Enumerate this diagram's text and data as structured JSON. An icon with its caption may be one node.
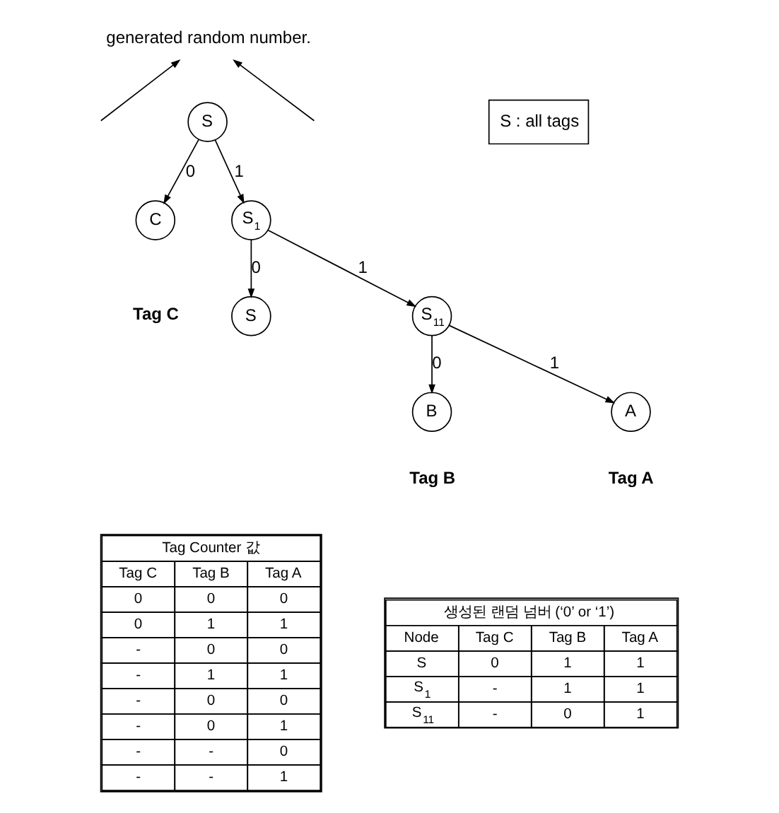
{
  "diagram": {
    "nodes": [
      {
        "text": [
          "generated random number."
        ]
      },
      {
        "text": [
          "S"
        ]
      },
      {
        "text": [
          "C"
        ],
        "beside": [
          "Tag C"
        ]
      },
      {
        "text": [
          "S$_{1}$"
        ]
      },
      {
        "text": [
          "S"
        ]
      },
      {
        "text": [
          "S$_{11}$"
        ]
      },
      {
        "text": [
          "B"
        ],
        "beside": [
          "Tag B"
        ]
      },
      {
        "text": [
          "A"
        ],
        "beside": [
          "Tag A"
        ]
      },
      {
        "text": [
          "S : all tags"
        ]
      }
    ],
    "edges": [
      {
        "from": null,
        "to": 0,
        "arrow": "to"
      },
      {
        "from": null,
        "to": 0,
        "arrow": "to"
      },
      {
        "from": 1,
        "to": 2,
        "arrow": "to",
        "label": "0"
      },
      {
        "from": 1,
        "to": 3,
        "arrow": "to",
        "label": "1"
      },
      {
        "from": 3,
        "to": 4,
        "arrow": "to",
        "label": "0"
      },
      {
        "from": 3,
        "to": 5,
        "arrow": "to",
        "label": "1"
      },
      {
        "from": 5,
        "to": 6,
        "arrow": "to",
        "label": "0"
      },
      {
        "from": 5,
        "to": 7,
        "arrow": "to",
        "label": "1"
      }
    ],
    "labels": [
      "Tag Counter 값",
      "Tag C",
      "Tag B",
      "Tag A",
      "0",
      "0",
      "0",
      "0",
      "1",
      "1",
      "-",
      "0",
      "0",
      "-",
      "1",
      "1",
      "-",
      "0",
      "0",
      "-",
      "0",
      "1",
      "-",
      "-",
      "0",
      "-",
      "-",
      "1",
      "생성된 랜덤 넘버 (‘0’ or ‘1’)",
      "Node",
      "Tag C",
      "Tag B",
      "Tag A",
      "S",
      "0",
      "1",
      "1",
      "S$_{1}$",
      "-",
      "1",
      "1",
      "S$_{11}$",
      "-",
      "0",
      "1"
    ]
  }
}
